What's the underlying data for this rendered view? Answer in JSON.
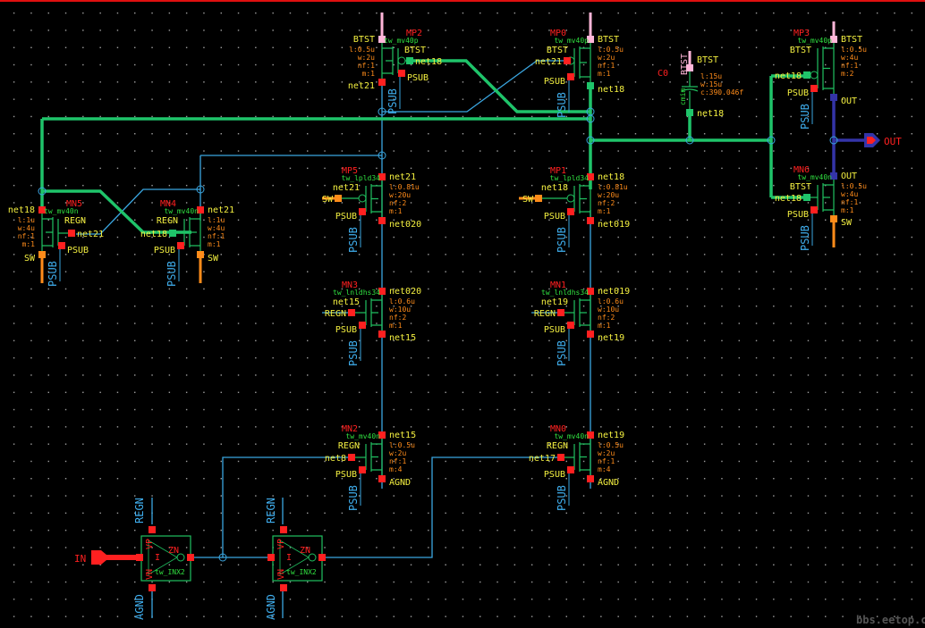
{
  "watermark": "bbs.eetop.cn",
  "colors": {
    "wire": "#3aa6e0",
    "bus": "#1fc46a",
    "device": "#20c060",
    "pin": "#ff2020",
    "net_label": "#f4f040",
    "param": "#ff8c1a",
    "out_wire": "#3434a8"
  },
  "pins": {
    "in": "IN",
    "out": "OUT"
  },
  "devices": [
    {
      "name": "MP2",
      "type": "pmos",
      "model": "tw_mv40p",
      "params": [
        "l:0.5u",
        "w:2u",
        "nf:1",
        "m:1"
      ],
      "gate": "net18",
      "top": "BTST",
      "bottom": "net21",
      "bulk": "PSUB",
      "extra": "BTST"
    },
    {
      "name": "MP0",
      "type": "pmos",
      "model": "tw_mv40p",
      "params": [
        "l:0.5u",
        "w:2u",
        "nf:1",
        "m:1"
      ],
      "gate": "net21",
      "top": "BTST",
      "bottom": "net18",
      "bulk": "PSUB",
      "extra": "BTST"
    },
    {
      "name": "MP5",
      "type": "pmos",
      "model": "tw_lpld34",
      "params": [
        "l:0.81u",
        "w:20u",
        "nf:2",
        "m:1"
      ],
      "gate": "SW",
      "top": "net21",
      "bottom": "net020",
      "bulk": "PSUB",
      "extra": "net21"
    },
    {
      "name": "MP1",
      "type": "pmos",
      "model": "tw_lpld34",
      "params": [
        "l:0.81u",
        "w:20u",
        "nf:2",
        "m:1"
      ],
      "gate": "SW",
      "top": "net18",
      "bottom": "net019",
      "bulk": "PSUB",
      "extra": "net18"
    },
    {
      "name": "MN3",
      "type": "nmos",
      "model": "tw_lnldhs34",
      "params": [
        "l:0.6u",
        "w:10u",
        "nf:2",
        "m:1"
      ],
      "gate": "REGN",
      "top": "net020",
      "bottom": "net15",
      "bulk": "PSUB",
      "extra": "net15"
    },
    {
      "name": "MN1",
      "type": "nmos",
      "model": "tw_lnldhs34",
      "params": [
        "l:0.6u",
        "w:10u",
        "nf:2",
        "m:1"
      ],
      "gate": "REGN",
      "top": "net019",
      "bottom": "net19",
      "bulk": "PSUB",
      "extra": "net19"
    },
    {
      "name": "MN2",
      "type": "nmos",
      "model": "tw_mv40n",
      "params": [
        "l:0.5u",
        "w:2u",
        "nf:1",
        "m:4"
      ],
      "gate": "net8",
      "top": "net15",
      "bottom": "AGND",
      "bulk": "PSUB",
      "extra": "REGN"
    },
    {
      "name": "MN0",
      "type": "nmos",
      "model": "tw_mv40n",
      "params": [
        "l:0.5u",
        "w:2u",
        "nf:1",
        "m:4"
      ],
      "gate": "net17",
      "top": "net19",
      "bottom": "AGND",
      "bulk": "PSUB",
      "extra": "REGN"
    },
    {
      "name": "MN5",
      "type": "nmos",
      "model": "tw_mv40n",
      "params": [
        "l:1u",
        "w:4u",
        "nf:1",
        "m:1"
      ],
      "gate": "net21",
      "top": "net18",
      "bottom": "SW",
      "bulk": "PSUB",
      "extra": "REGN"
    },
    {
      "name": "MN4",
      "type": "nmos",
      "model": "tw_mv40n",
      "params": [
        "l:1u",
        "w:4u",
        "nf:1",
        "m:1"
      ],
      "gate": "net18",
      "top": "net21",
      "bottom": "SW",
      "bulk": "PSUB",
      "extra": "REGN"
    },
    {
      "name": "MP3",
      "type": "pmos",
      "model": "tw_mv40p",
      "params": [
        "l:0.5u",
        "w:4u",
        "nf:1",
        "m:2"
      ],
      "gate": "net18",
      "top": "BTST",
      "bottom": "OUT",
      "bulk": "PSUB",
      "extra": "BTST"
    },
    {
      "name": "MN6",
      "type": "nmos",
      "model": "tw_mv40n",
      "params": [
        "l:0.5u",
        "w:4u",
        "nf:1",
        "m:1"
      ],
      "gate": "net18",
      "top": "OUT",
      "bottom": "SW",
      "bulk": "PSUB",
      "extra": "BTST"
    }
  ],
  "capacitor": {
    "name": "C0",
    "model": "cmim",
    "params": [
      "l:15u",
      "w:15u",
      "c:390.046f"
    ],
    "top": "BTST",
    "bottom": "net18"
  },
  "inverters": [
    {
      "model": "tw_INX2",
      "vp": "VP",
      "vn": "VN",
      "in": "I",
      "out": "ZN",
      "supply": "REGN",
      "ground": "AGND"
    },
    {
      "model": "tw_INX2",
      "vp": "VP",
      "vn": "VN",
      "in": "I",
      "out": "ZN",
      "supply": "REGN",
      "ground": "AGND"
    }
  ]
}
